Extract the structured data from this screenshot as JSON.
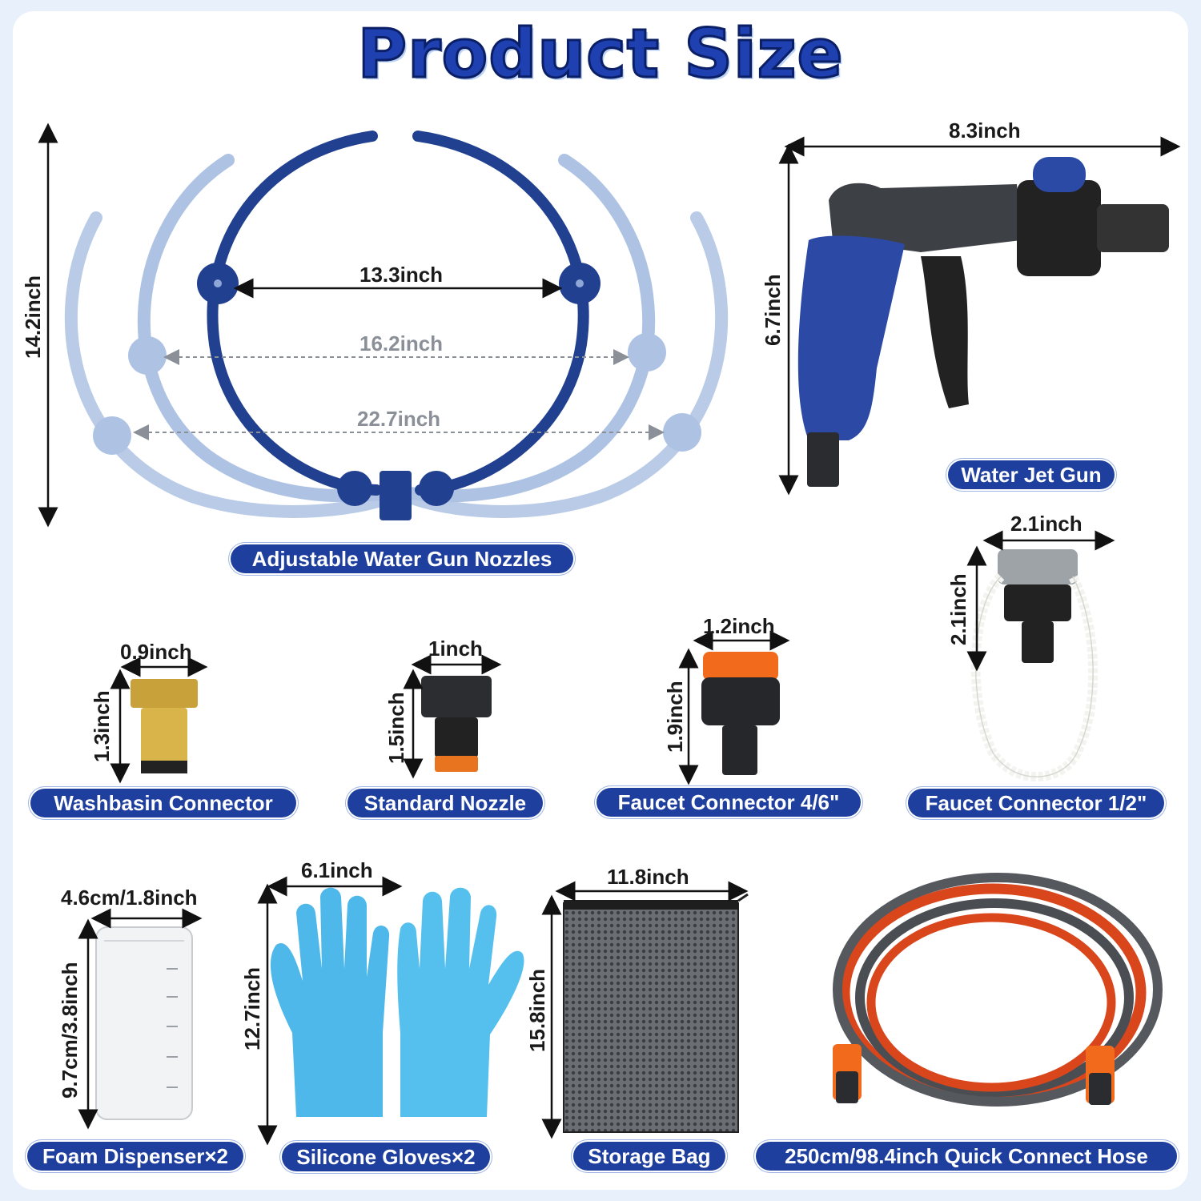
{
  "title": "Product Size",
  "products": {
    "nozzles": {
      "label": "Adjustable Water Gun Nozzles",
      "height": "14.2inch",
      "width_small": "13.3inch",
      "width_mid": "16.2inch",
      "width_large": "22.7inch"
    },
    "jet_gun": {
      "label": "Water Jet Gun",
      "width": "8.3inch",
      "height": "6.7inch"
    },
    "washbasin": {
      "label": "Washbasin Connector",
      "width": "0.9inch",
      "height": "1.3inch"
    },
    "standard_nozzle": {
      "label": "Standard Nozzle",
      "width": "1inch",
      "height": "1.5inch"
    },
    "faucet_46": {
      "label": "Faucet Connector 4/6\"",
      "width": "1.2inch",
      "height": "1.9inch"
    },
    "faucet_half": {
      "label": "Faucet Connector 1/2\"",
      "width": "2.1inch",
      "height": "2.1inch"
    },
    "foam": {
      "label": "Foam Dispenser×2",
      "width": "4.6cm/1.8inch",
      "height": "9.7cm/3.8inch"
    },
    "gloves": {
      "label": "Silicone Gloves×2",
      "width": "6.1inch",
      "height": "12.7inch"
    },
    "bag": {
      "label": "Storage Bag",
      "width": "11.8inch",
      "height": "15.8inch"
    },
    "hose": {
      "label": "250cm/98.4inch Quick Connect Hose"
    }
  },
  "colors": {
    "accent": "#1f3f9e",
    "nozzle": "#1f3f8f",
    "nozzle_light": "#a9bfe0",
    "orange": "#f26a1b",
    "glove": "#4fb8ea"
  }
}
